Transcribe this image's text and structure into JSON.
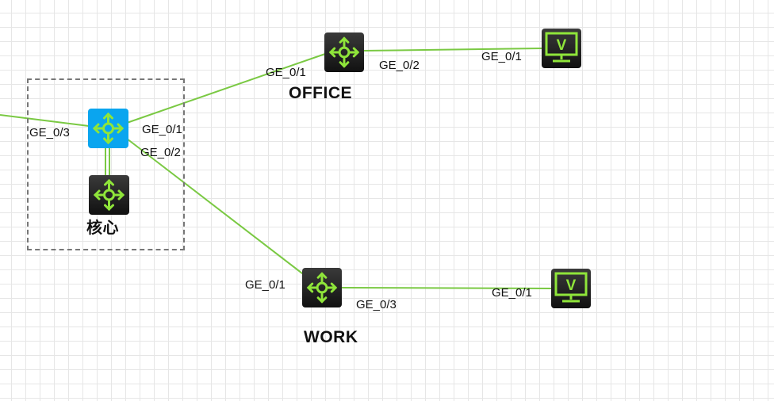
{
  "topology": {
    "colors": {
      "link": "#7ac943",
      "device_dark": "#1e1e1e",
      "device_active": "#0aa5ef",
      "icon_green": "#8fe53a",
      "group_border": "#777777"
    },
    "devices": {
      "core_switch_top": {
        "icon": "layer3-switch-icon",
        "selected": true
      },
      "core_switch_bottom": {
        "name": "核心",
        "icon": "layer3-switch-icon"
      },
      "office_switch": {
        "name": "OFFICE",
        "icon": "layer3-switch-icon"
      },
      "work_switch": {
        "name": "WORK",
        "icon": "layer3-switch-icon"
      },
      "pc_office": {
        "icon": "pc-monitor-icon",
        "glyph": "V"
      },
      "pc_work": {
        "icon": "pc-monitor-icon",
        "glyph": "V"
      }
    },
    "ports": {
      "core_left": "GE_0/3",
      "core_to_office": "GE_0/1",
      "core_to_work": "GE_0/2",
      "office_uplink": "GE_0/1",
      "office_to_pc": "GE_0/2",
      "pc_office_port": "GE_0/1",
      "work_uplink": "GE_0/1",
      "work_to_pc": "GE_0/3",
      "pc_work_port": "GE_0/1"
    }
  }
}
